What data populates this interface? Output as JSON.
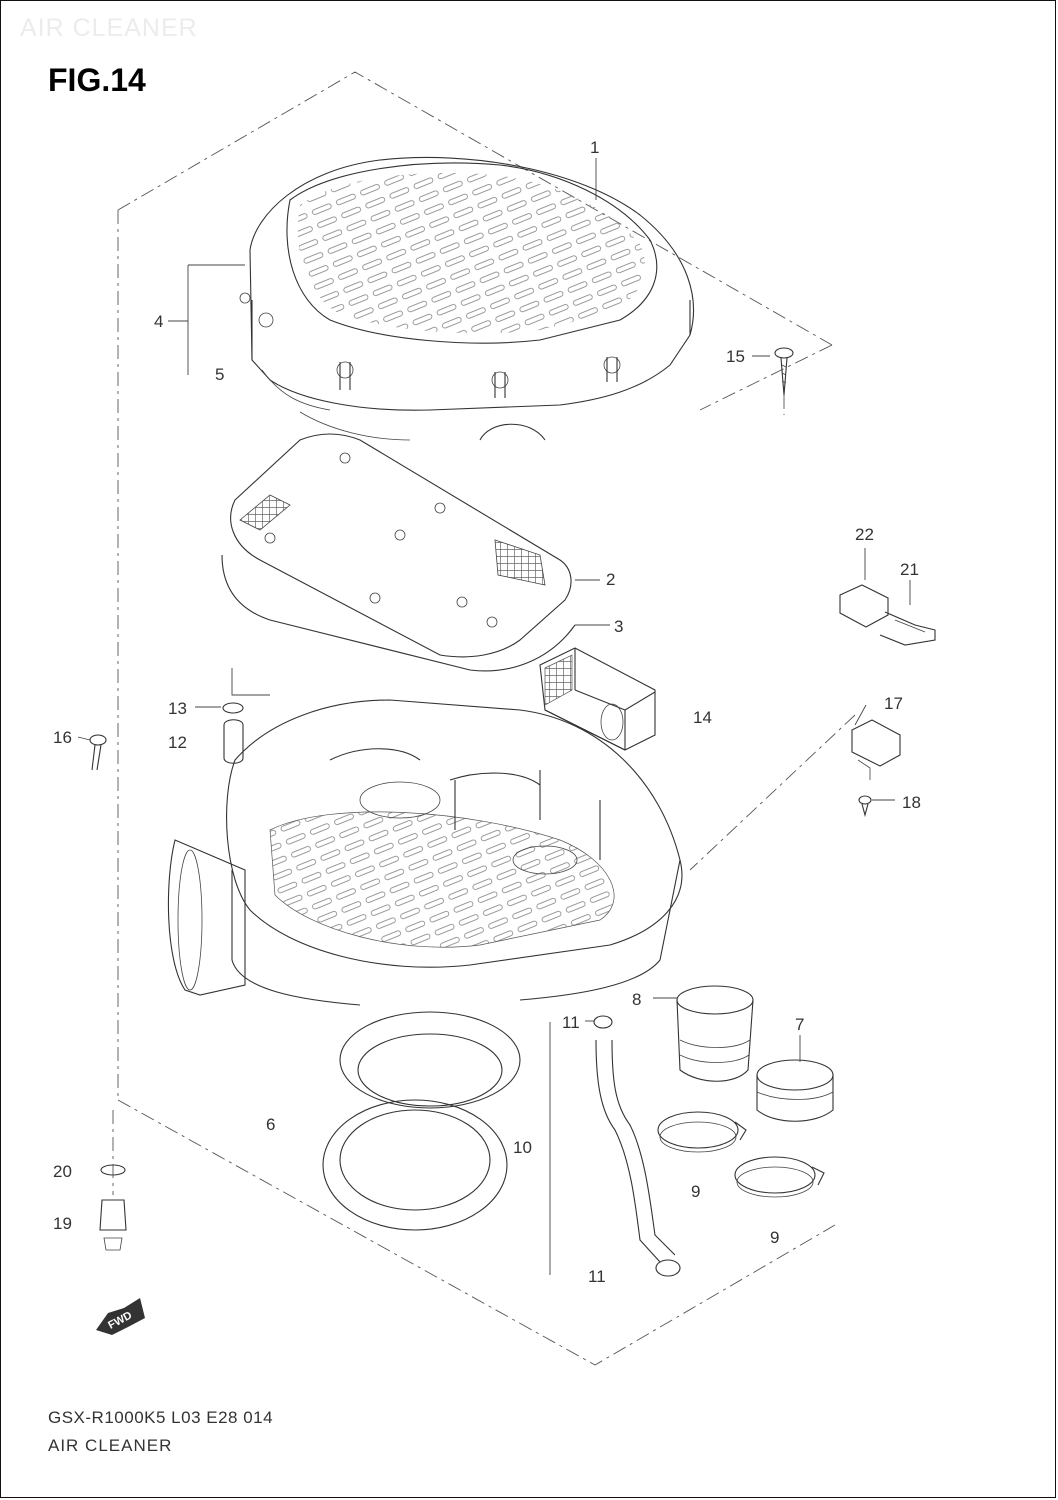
{
  "watermark": "AIR CLEANER",
  "figure_title": "FIG.14",
  "footer": {
    "model_code": "GSX-R1000K5 L03 E28  014",
    "caption": "AIR CLEANER"
  },
  "fwd_label": "FWD",
  "callouts": {
    "c1": "1",
    "c2": "2",
    "c3": "3",
    "c4": "4",
    "c5": "5",
    "c6": "6",
    "c7": "7",
    "c8": "8",
    "c9a": "9",
    "c9b": "9",
    "c10": "10",
    "c11a": "11",
    "c11b": "11",
    "c12": "12",
    "c13": "13",
    "c14": "14",
    "c15": "15",
    "c16": "16",
    "c17": "17",
    "c18": "18",
    "c19": "19",
    "c20": "20",
    "c21": "21",
    "c22": "22"
  }
}
